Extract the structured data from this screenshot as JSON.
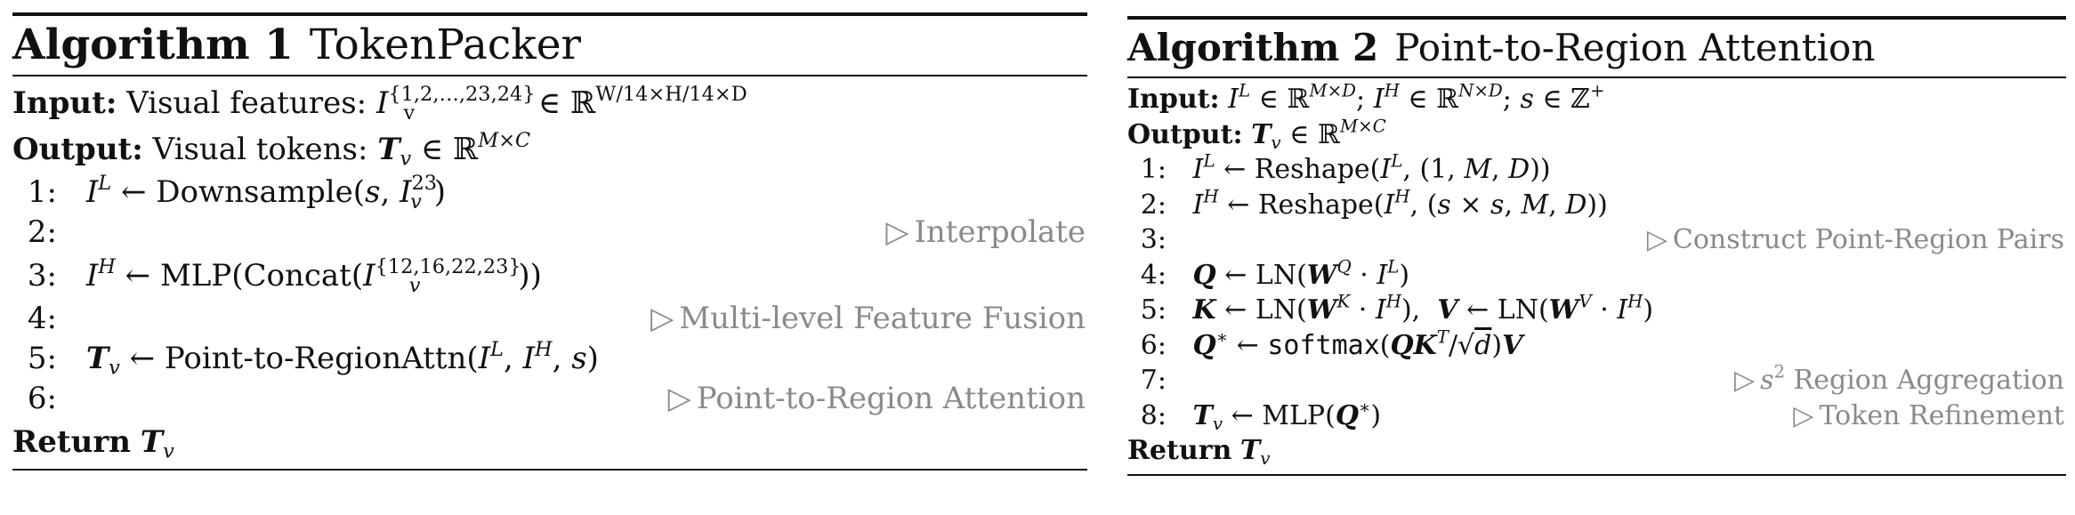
{
  "algo1": {
    "label": "Algorithm 1",
    "name": "TokenPacker",
    "input_kw": "Input:",
    "input_text": "Visual features: ",
    "input_math": "I",
    "input_sup": "{1,2,…,23,24}",
    "input_sub": "v",
    "input_rest": " ∈ ℝ",
    "input_dim": "W/14×H/14×D",
    "output_kw": "Output:",
    "output_text": "Visual tokens: ",
    "output_math": "T",
    "output_sub": "v",
    "output_rest": " ∈ ℝ",
    "output_dim": "M×C",
    "lines": [
      {
        "num": "1:",
        "code": "",
        "comment": ""
      },
      {
        "num": "2:",
        "code": "",
        "comment": "Interpolate"
      },
      {
        "num": "3:",
        "code": "",
        "comment": ""
      },
      {
        "num": "4:",
        "code": "",
        "comment": "Multi-level Feature Fusion"
      },
      {
        "num": "5:",
        "code": "",
        "comment": ""
      },
      {
        "num": "6:",
        "code": "",
        "comment": "Point-to-Region Attention"
      }
    ],
    "l1_fn": "Downsample",
    "l1_sup": "23",
    "l3_fn": "MLP(Concat(",
    "l3_sup": "{12,16,22,23}",
    "l5_fn": "Point-to-RegionAttn(",
    "return_kw": "Return"
  },
  "algo2": {
    "label": "Algorithm 2",
    "name": "Point-to-Region Attention",
    "input_kw": "Input:",
    "output_kw": "Output:",
    "lines": [
      {
        "num": "1:",
        "comment": ""
      },
      {
        "num": "2:",
        "comment": ""
      },
      {
        "num": "3:",
        "comment": "Construct Point-Region Pairs"
      },
      {
        "num": "4:",
        "comment": ""
      },
      {
        "num": "5:",
        "comment": ""
      },
      {
        "num": "6:",
        "comment": ""
      },
      {
        "num": "7:",
        "comment": " Region Aggregation"
      },
      {
        "num": "8:",
        "comment": "Token Refinement"
      }
    ],
    "reshape": "Reshape",
    "ln": "LN",
    "softmax": "softmax",
    "mlp": "MLP",
    "return_kw": "Return"
  },
  "comment_marker": "▷",
  "colors": {
    "text": "#111111",
    "comment": "#8a8a8a"
  }
}
